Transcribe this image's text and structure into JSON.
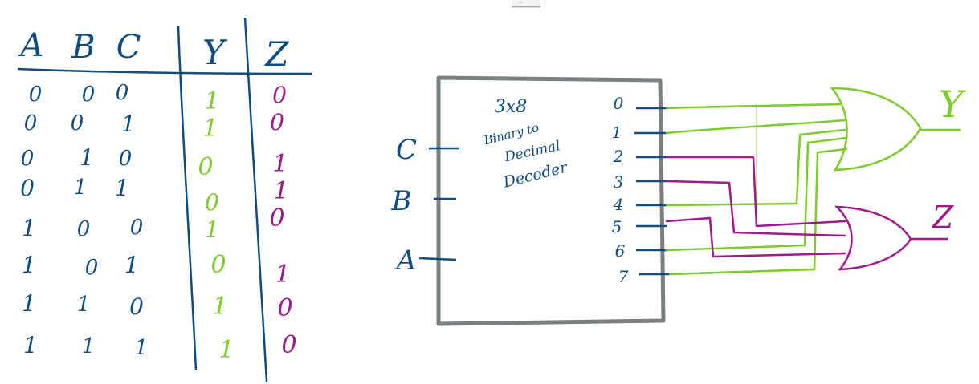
{
  "truth_table": {
    "headers": [
      "A",
      "B",
      "C",
      "Y",
      "Z"
    ],
    "rows": [
      [
        "0",
        "0",
        "0",
        "1",
        "0"
      ],
      [
        "0",
        "0",
        "1",
        "1",
        "0"
      ],
      [
        "0",
        "1",
        "0",
        "0",
        "1"
      ],
      [
        "0",
        "1",
        "1",
        "0",
        "1"
      ],
      [
        "1",
        "0",
        "0",
        "1",
        "0"
      ],
      [
        "1",
        "0",
        "1",
        "0",
        "1"
      ],
      [
        "1",
        "1",
        "0",
        "1",
        "0"
      ],
      [
        "1",
        "1",
        "1",
        "1",
        "0"
      ]
    ]
  },
  "decoder": {
    "label_line1": "3x8",
    "label_line2": "Binary to",
    "label_line3": "Decimal",
    "label_line4": "Decoder",
    "inputs": [
      "C",
      "B",
      "A"
    ],
    "outputs": [
      "0",
      "1",
      "2",
      "3",
      "4",
      "5",
      "6",
      "7"
    ]
  },
  "gates": {
    "y_output": "Y",
    "z_output": "Z"
  },
  "toolbar_glyph": "⋯",
  "colors": {
    "blue_ink": "#0f4c81",
    "green_ink": "#7ccc2c",
    "magenta_ink": "#a0198c",
    "gray_box": "#7a7f82"
  }
}
